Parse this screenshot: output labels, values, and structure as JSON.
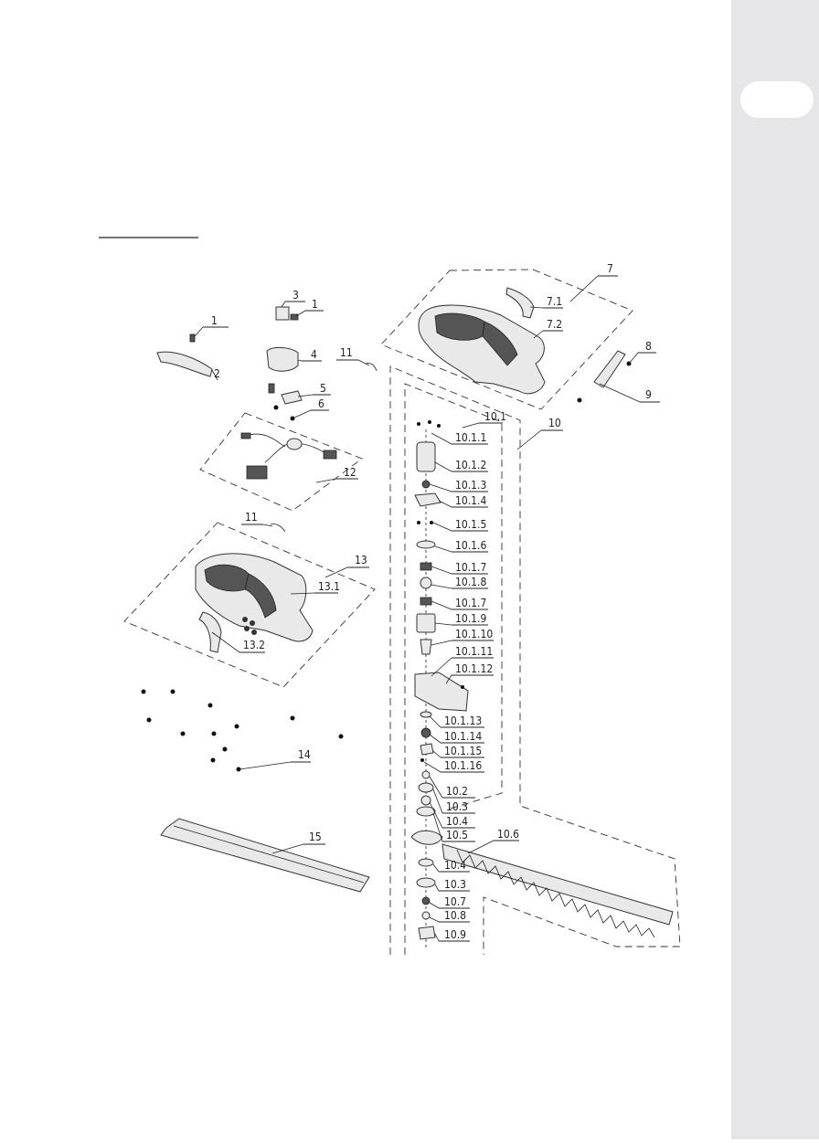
{
  "colors": {
    "page": "#ffffff",
    "sidebar": "#e6e6e8",
    "tab": "#ffffff",
    "ink": "#222222"
  },
  "labels": {
    "p1a": "1",
    "p1b": "1",
    "p2": "2",
    "p3": "3",
    "p4": "4",
    "p5": "5",
    "p6": "6",
    "p7": "7",
    "p7_1": "7.1",
    "p7_2": "7.2",
    "p8": "8",
    "p9": "9",
    "p10": "10",
    "p10_1": "10.1",
    "p10_1_1": "10.1.1",
    "p10_1_2": "10.1.2",
    "p10_1_3": "10.1.3",
    "p10_1_4": "10.1.4",
    "p10_1_5": "10.1.5",
    "p10_1_6": "10.1.6",
    "p10_1_7a": "10.1.7",
    "p10_1_8": "10.1.8",
    "p10_1_7b": "10.1.7",
    "p10_1_9": "10.1.9",
    "p10_1_10": "10.1.10",
    "p10_1_11": "10.1.11",
    "p10_1_12": "10.1.12",
    "p10_1_13": "10.1.13",
    "p10_1_14": "10.1.14",
    "p10_1_15": "10.1.15",
    "p10_1_16": "10.1.16",
    "p10_2": "10.2",
    "p10_3a": "10.3",
    "p10_4a": "10.4",
    "p10_5": "10.5",
    "p10_6": "10.6",
    "p10_4b": "10.4",
    "p10_3b": "10.3",
    "p10_7": "10.7",
    "p10_8": "10.8",
    "p10_9": "10.9",
    "p11a": "11",
    "p11b": "11",
    "p12": "12",
    "p13": "13",
    "p13_1": "13.1",
    "p13_2": "13.2",
    "p14": "14",
    "p15": "15"
  }
}
